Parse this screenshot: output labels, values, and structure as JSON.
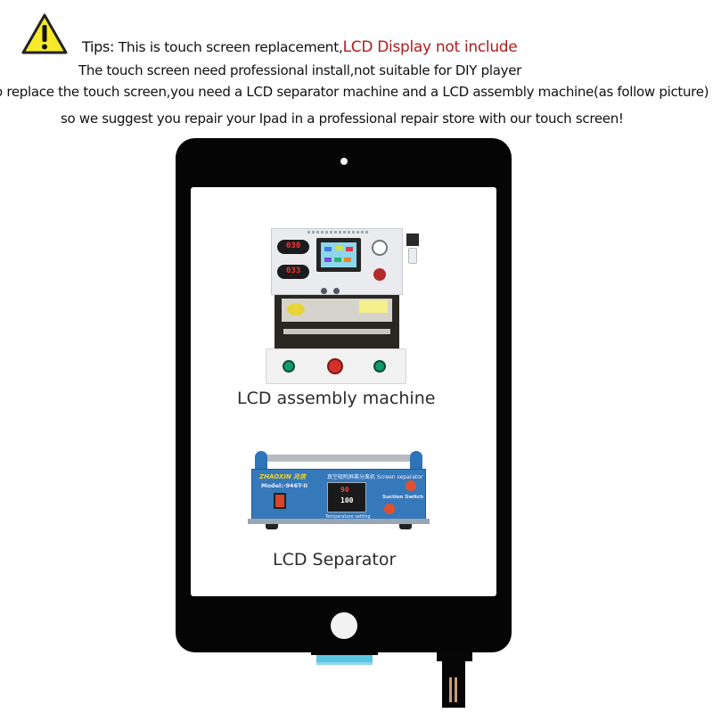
{
  "notice": {
    "icon": "warning-triangle-icon",
    "tips_label": "Tips:",
    "line1_text": " This is touch screen replacement,",
    "line1_highlight": "LCD Display not include",
    "line2": "The touch screen need professional install,not suitable for DIY player",
    "line3": "o replace the touch screen,you need a LCD separator machine and a LCD assembly machine(as follow picture)",
    "line4": "so we suggest you repair your Ipad  in a professional repair store with our touch screen!",
    "highlight_color": "#b01c1c"
  },
  "product": {
    "frame_color": "#050505",
    "flex_tab_color": "#5bc6e4",
    "machines": [
      {
        "caption": "LCD assembly machine",
        "display_1": "030",
        "display_2": "033"
      },
      {
        "caption": "LCD Separator",
        "brand": "ZHAOXIN 兆信",
        "model": "Model:-946T-II",
        "header_cn": "真空吸附屏幕分离机  Screen separator",
        "temp_set": "90",
        "temp_actual": "100",
        "suction_label": "Suction Switch",
        "temp_label": "Temperature setting"
      }
    ]
  }
}
